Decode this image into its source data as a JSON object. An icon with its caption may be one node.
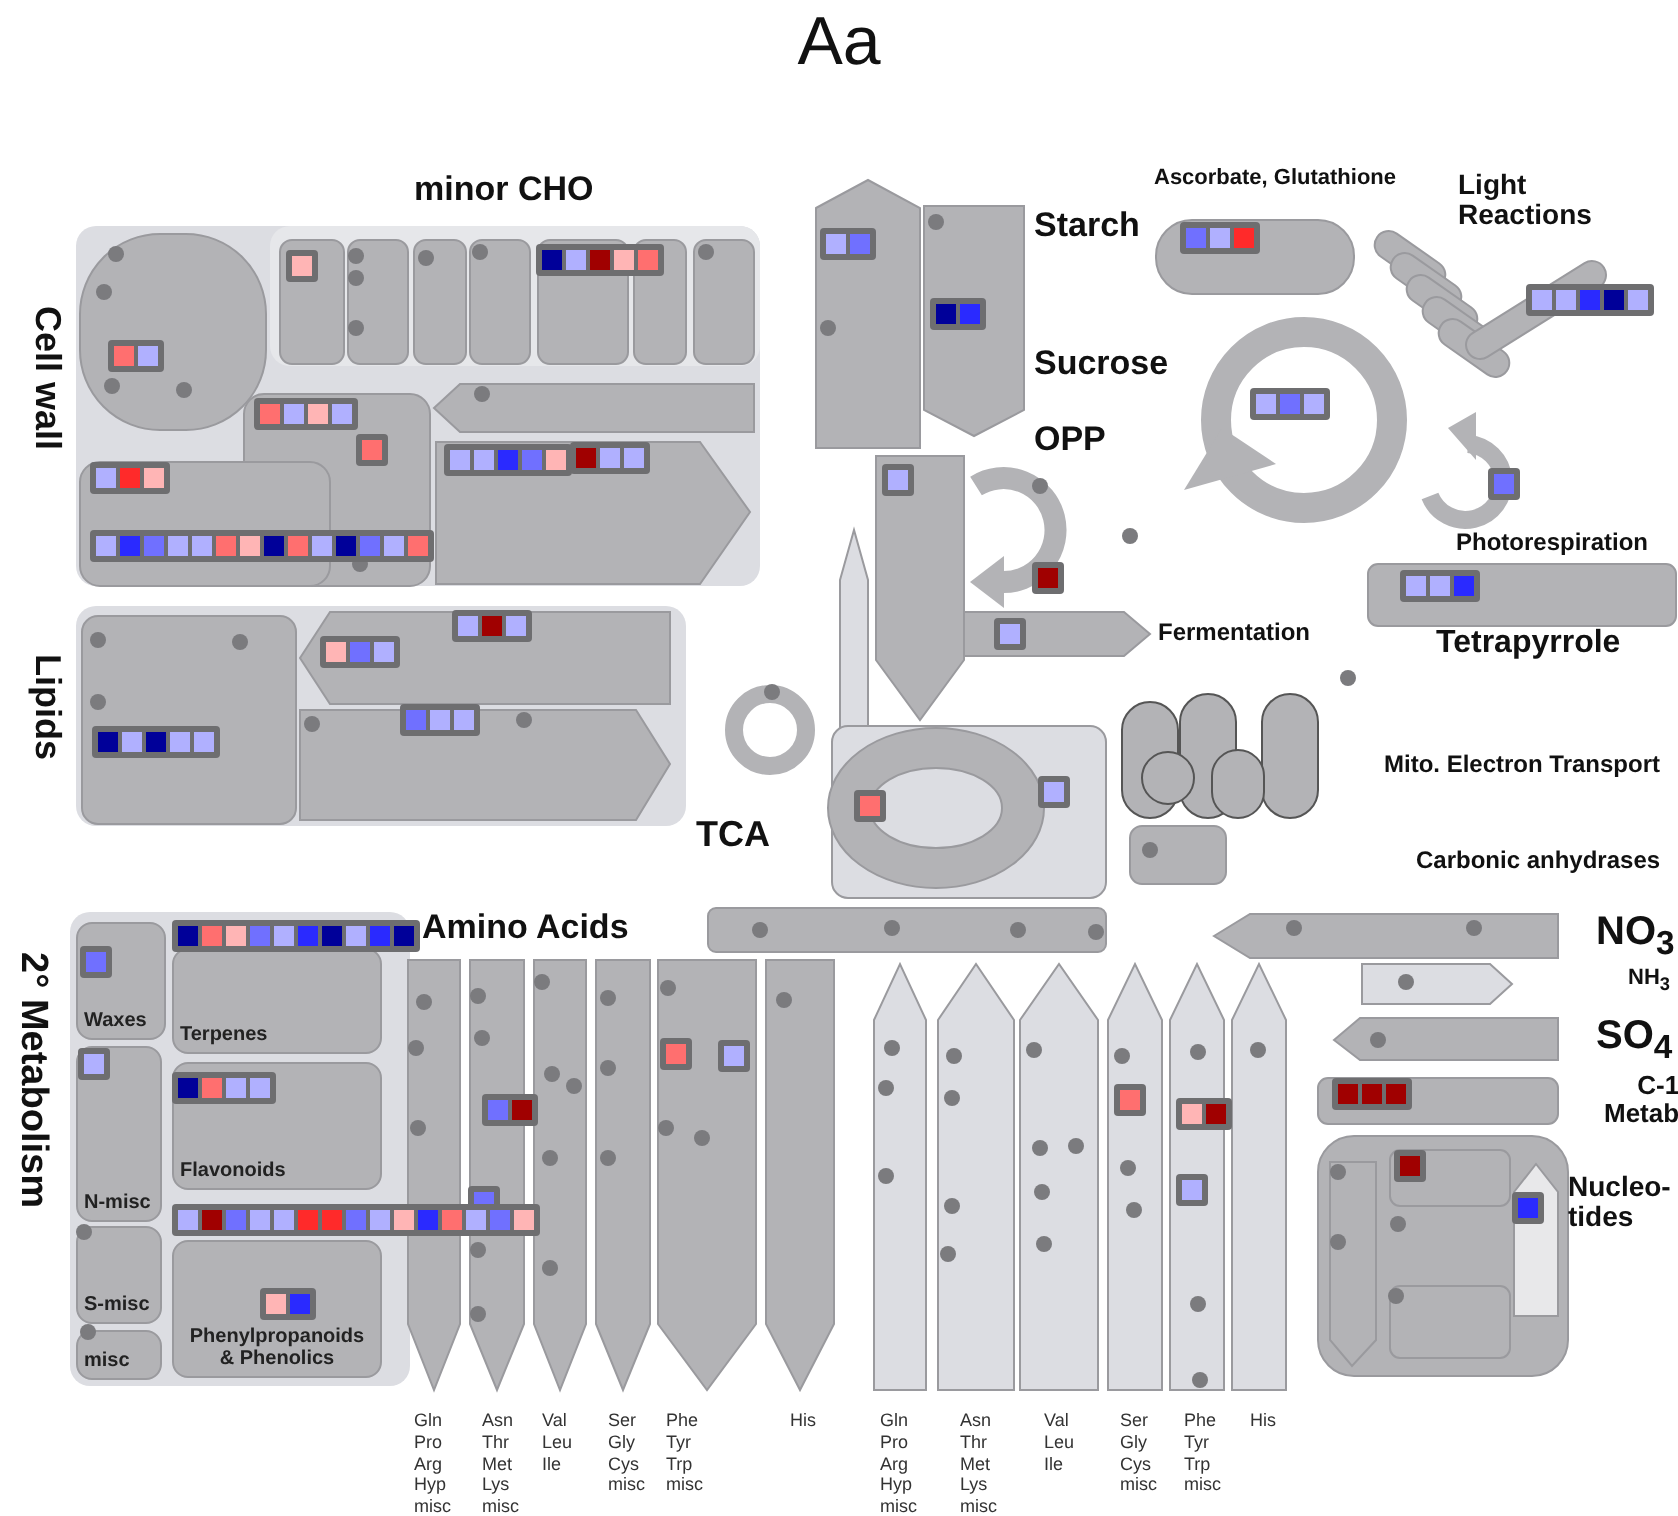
{
  "diagram": {
    "title": "Aa",
    "nodes": [
      {
        "text": [
          "Cell wall"
        ]
      },
      {
        "text": [
          "minor CHO"
        ],
        "in": 0
      },
      {
        "text": [
          "Lipids"
        ]
      },
      {
        "text": [
          "2° Metabolism"
        ]
      },
      {
        "text": [
          "Waxes"
        ],
        "in": 3
      },
      {
        "text": [
          "Terpenes"
        ],
        "in": 3
      },
      {
        "text": [
          "N-misc"
        ],
        "in": 3
      },
      {
        "text": [
          "Flavonoids"
        ],
        "in": 3
      },
      {
        "text": [
          "S-misc"
        ],
        "in": 3
      },
      {
        "text": [
          "misc"
        ],
        "in": 3
      },
      {
        "text": [
          "Phenylpropanoids & Phenolics"
        ],
        "in": 3
      }
    ],
    "labels": [
      "Ascorbate, Glutathione",
      "Light Reactions",
      "Starch",
      "Sucrose",
      "OPP",
      "Photorespiration",
      "Fermentation",
      "Tetrapyrrole",
      "Mito. Electron Transport",
      "TCA",
      "Carbonic anhydrases",
      "Amino Acids",
      "NO$_{3}$",
      "NH$_{3}$",
      "SO$_{4}$",
      "C-1 Metab",
      "Nucleo-tides",
      "Gln Pro Arg Hyp misc",
      "Asn Thr Met Lys misc",
      "Val Leu Ile",
      "Ser Gly Cys misc",
      "Phe Tyr Trp misc",
      "His",
      "Gln Pro Arg Hyp misc",
      "Asn Thr Met Lys misc",
      "Val Leu Ile",
      "Ser Gly Cys misc",
      "Phe Tyr Trp misc",
      "His"
    ]
  }
}
